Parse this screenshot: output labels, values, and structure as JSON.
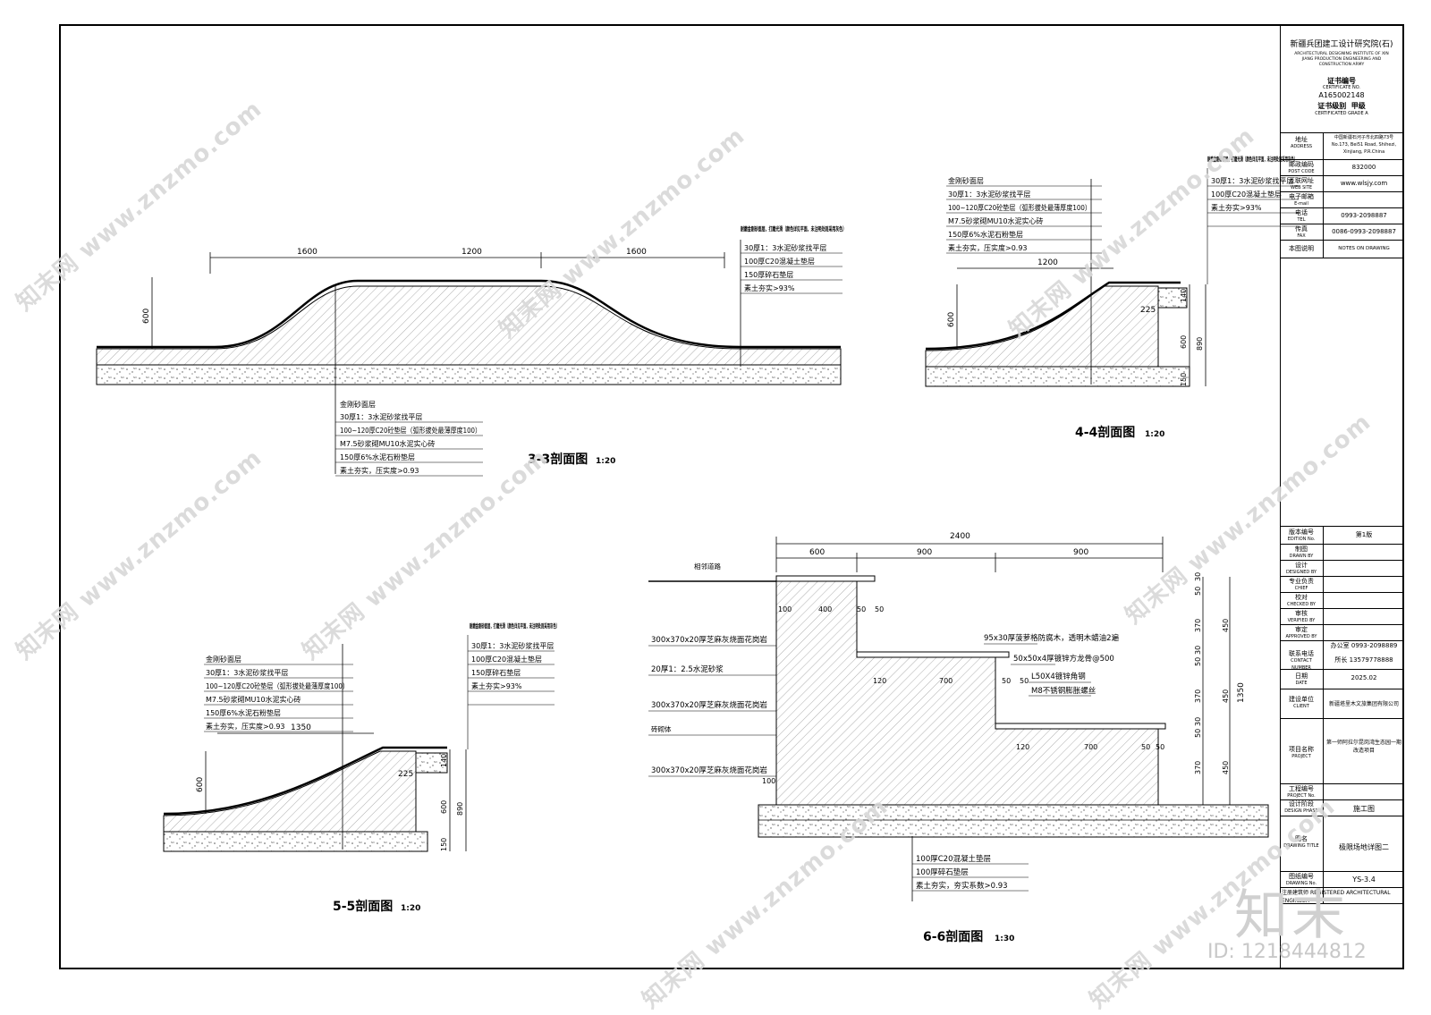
{
  "sections": {
    "s33": {
      "title": "3-3剖面图",
      "scale": "1:20",
      "dims": [
        "1600",
        "1200",
        "1600",
        "600"
      ],
      "note_top": "耐磨金刚砂面层，打磨光滑（颜色详见平面，未注明处则采用灰色）",
      "layers_top": [
        "30厚1：3水泥砂浆找平层",
        "100厚C20混凝土垫层",
        "150厚碎石垫层",
        "素土夯实>93%"
      ],
      "layers_bottom": [
        "金刚砂面层",
        "30厚1：3水泥砂浆找平层",
        "100~120厚C20砼垫层（弧形拔处最薄厚度100）",
        "M7.5砂浆砌MU10水泥实心砖",
        "150厚6%水泥石粉垫层",
        "素土夯实，压实度>0.93"
      ]
    },
    "s44": {
      "title": "4-4剖面图",
      "scale": "1:20",
      "dims": [
        "1200",
        "600",
        "225",
        "140",
        "600",
        "890",
        "150"
      ],
      "note_top": "耐磨金刚砂面层，打磨光滑（颜色详见平面，未注明处则采用灰色）",
      "layers_left": [
        "金刚砂面层",
        "30厚1：3水泥砂浆找平层",
        "100~120厚C20砼垫层（弧形拔处最薄厚度100）",
        "M7.5砂浆砌MU10水泥实心砖",
        "150厚6%水泥石粉垫层",
        "素土夯实，压实度>0.93"
      ],
      "layers_right": [
        "30厚1：3水泥砂浆找平层",
        "100厚C20混凝土垫层",
        "素土夯实>93%"
      ]
    },
    "s55": {
      "title": "5-5剖面图",
      "scale": "1:20",
      "dims": [
        "1350",
        "600",
        "225",
        "140",
        "600",
        "890",
        "150"
      ],
      "note_top": "耐磨金刚砂面层，打磨光滑（颜色详见平面，未注明处则采用灰色）",
      "layers_left": [
        "金刚砂面层",
        "30厚1：3水泥砂浆找平层",
        "100~120厚C20砼垫层（弧形拔处最薄厚度100）",
        "M7.5砂浆砌MU10水泥实心砖",
        "150厚6%水泥石粉垫层",
        "素土夯实，压实度>0.93"
      ],
      "layers_right": [
        "30厚1：3水泥砂浆找平层",
        "100厚C20混凝土垫层",
        "150厚碎石垫层",
        "素土夯实>93%"
      ]
    },
    "s66": {
      "title": "6-6剖面图",
      "scale": "1:30",
      "dims_top": [
        "2400",
        "600",
        "900",
        "900"
      ],
      "dims_right": [
        "50",
        "30",
        "370",
        "450",
        "50",
        "30",
        "370",
        "450",
        "30",
        "50",
        "370",
        "450",
        "1350"
      ],
      "dims_inner": [
        "100",
        "400",
        "50",
        "50",
        "120",
        "700",
        "50",
        "50",
        "120",
        "700",
        "50",
        "50",
        "100"
      ],
      "labels": [
        "相邻道路",
        "300x370x20厚芝麻灰烧面花岗岩",
        "20厚1：2.5水泥砂浆",
        "300x370x20厚芝麻灰烧面花岗岩",
        "砖砌体",
        "300x370x20厚芝麻灰烧面花岗岩",
        "95x30厚菠萝格防腐木，透明木蜡油2遍",
        "50x50x4厚镀锌方龙骨@500",
        "L50X4镀锌角钢",
        "M8不锈钢膨胀螺丝"
      ],
      "layers_bottom": [
        "100厚C20混凝土垫层",
        "100厚碎石垫层",
        "素土夯实，夯实系数>0.93"
      ]
    }
  },
  "title_block": {
    "company": "新疆兵团建工设计研究院(石)",
    "company_en": "ARCHITECTURAL DESIGNING INSTITUTE OF XIN JIANG PRODUCTION ENGINEERING AND CONSTRUCTION ARMY",
    "cert_label": "证书编号",
    "cert_label_en": "CERTIFICATE NO.",
    "cert_no": "A165002148",
    "grade_label": "证书级别",
    "grade": "甲级",
    "grade_en": "CERTIFICATED GRADE A",
    "address_label": "地址",
    "address_label_en": "ADDRESS",
    "address": "中国新疆石河子市北四路73号",
    "address_en": "No.173, Bei51 Road, Shihezi, Xinjiang, P.R.China",
    "post_label": "邮政编码",
    "post_label_en": "POST CODE",
    "post": "832000",
    "web_label": "互联网址",
    "web_label_en": "WEB SITE",
    "web": "www.wlsjy.com",
    "email_label": "电子邮箱",
    "email_label_en": "E-mail",
    "tel_label": "电话",
    "tel_label_en": "TEL",
    "tel": "0993-2098887",
    "fax_label": "传真",
    "fax_label_en": "FAX",
    "fax": "0086-0993-2098887",
    "notes_label": "本图说明",
    "notes_en": "NOTES ON DRAWING",
    "edition_label": "版本编号",
    "edition_label_en": "EDITION No.",
    "edition": "第1版",
    "drawn_label": "制图",
    "drawn_label_en": "DRAWN BY",
    "designed_label": "设计",
    "designed_label_en": "DESIGNED BY",
    "chief_label": "专业负责",
    "chief_label_en": "CHIEF",
    "checked_label": "校对",
    "checked_label_en": "CHECKED BY",
    "verified_label": "审核",
    "verified_label_en": "VERIFIED BY",
    "approved_label": "审定",
    "approved_label_en": "APPROVED BY",
    "office_label": "办公室",
    "office_tel": "0993-2098889",
    "contact_label": "联系电话",
    "contact_label_en": "CONTACT NUMBER",
    "director_label": "所长",
    "director_tel": "13579778888",
    "date_label": "日期",
    "date_label_en": "DATE",
    "date": "2025.02",
    "client_label": "建设单位",
    "client_label_en": "CLIENT",
    "client": "新疆塔里木文旅集团有限公司",
    "project_label": "项目名称",
    "project_label_en": "PROJECT",
    "project": "第一师阿拉尔昆岗湾生态园一期改造项目",
    "projno_label": "工程编号",
    "projno_label_en": "PROJECT No.",
    "phase_label": "设计阶段",
    "phase_label_en": "DESIGN PHASE",
    "phase": "施工图",
    "title_label": "图名",
    "title_label_en": "DRAWING TITLE",
    "title": "极限场地详图二",
    "drawno_label": "图纸编号",
    "drawno_label_en": "DRAWING No.",
    "drawno": "YS-3.4",
    "engineer_label": "注册建筑师",
    "engineer_label_en": "REGISTERED ARCHITECTURAL ENGINEER"
  },
  "watermark": {
    "text": "知末网 www.znzmo.com",
    "brand": "知末",
    "id": "ID: 1218444812"
  }
}
